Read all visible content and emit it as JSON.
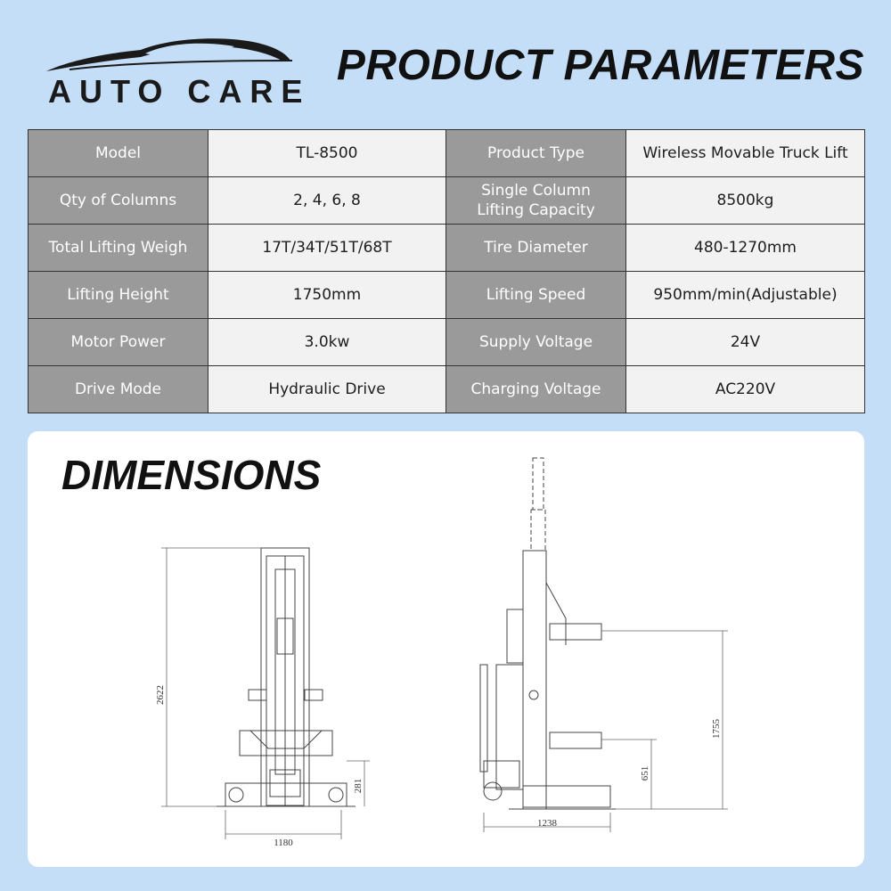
{
  "brand": {
    "name": "AUTO CARE",
    "logo_icon": "car-silhouette-icon"
  },
  "header": {
    "title": "PRODUCT PARAMETERS"
  },
  "params": [
    [
      {
        "label": "Model",
        "value": "TL-8500"
      },
      {
        "label": "Product Type",
        "value": "Wireless Movable Truck Lift"
      }
    ],
    [
      {
        "label": "Qty of Columns",
        "value": "2, 4, 6, 8"
      },
      {
        "label": "Single Column\nLifting Capacity",
        "value": "8500kg"
      }
    ],
    [
      {
        "label": "Total Lifting Weigh",
        "value": "17T/34T/51T/68T"
      },
      {
        "label": "Tire Diameter",
        "value": "480-1270mm"
      }
    ],
    [
      {
        "label": "Lifting Height",
        "value": "1750mm"
      },
      {
        "label": "Lifting Speed",
        "value": "950mm/min(Adjustable)"
      }
    ],
    [
      {
        "label": "Motor Power",
        "value": "3.0kw"
      },
      {
        "label": "Supply Voltage",
        "value": "24V"
      }
    ],
    [
      {
        "label": "Drive Mode",
        "value": "Hydraulic Drive"
      },
      {
        "label": "Charging Voltage",
        "value": "AC220V"
      }
    ]
  ],
  "dimensions": {
    "title": "DIMENSIONS",
    "front": {
      "height": "2622",
      "width": "1180",
      "base": "281"
    },
    "side": {
      "lift_height": "1755",
      "platform": "651",
      "width": "1238"
    }
  },
  "colors": {
    "background": "#c5def8",
    "label_cell": "#9a9a9a",
    "value_cell": "#f2f2f2",
    "panel": "#ffffff"
  }
}
